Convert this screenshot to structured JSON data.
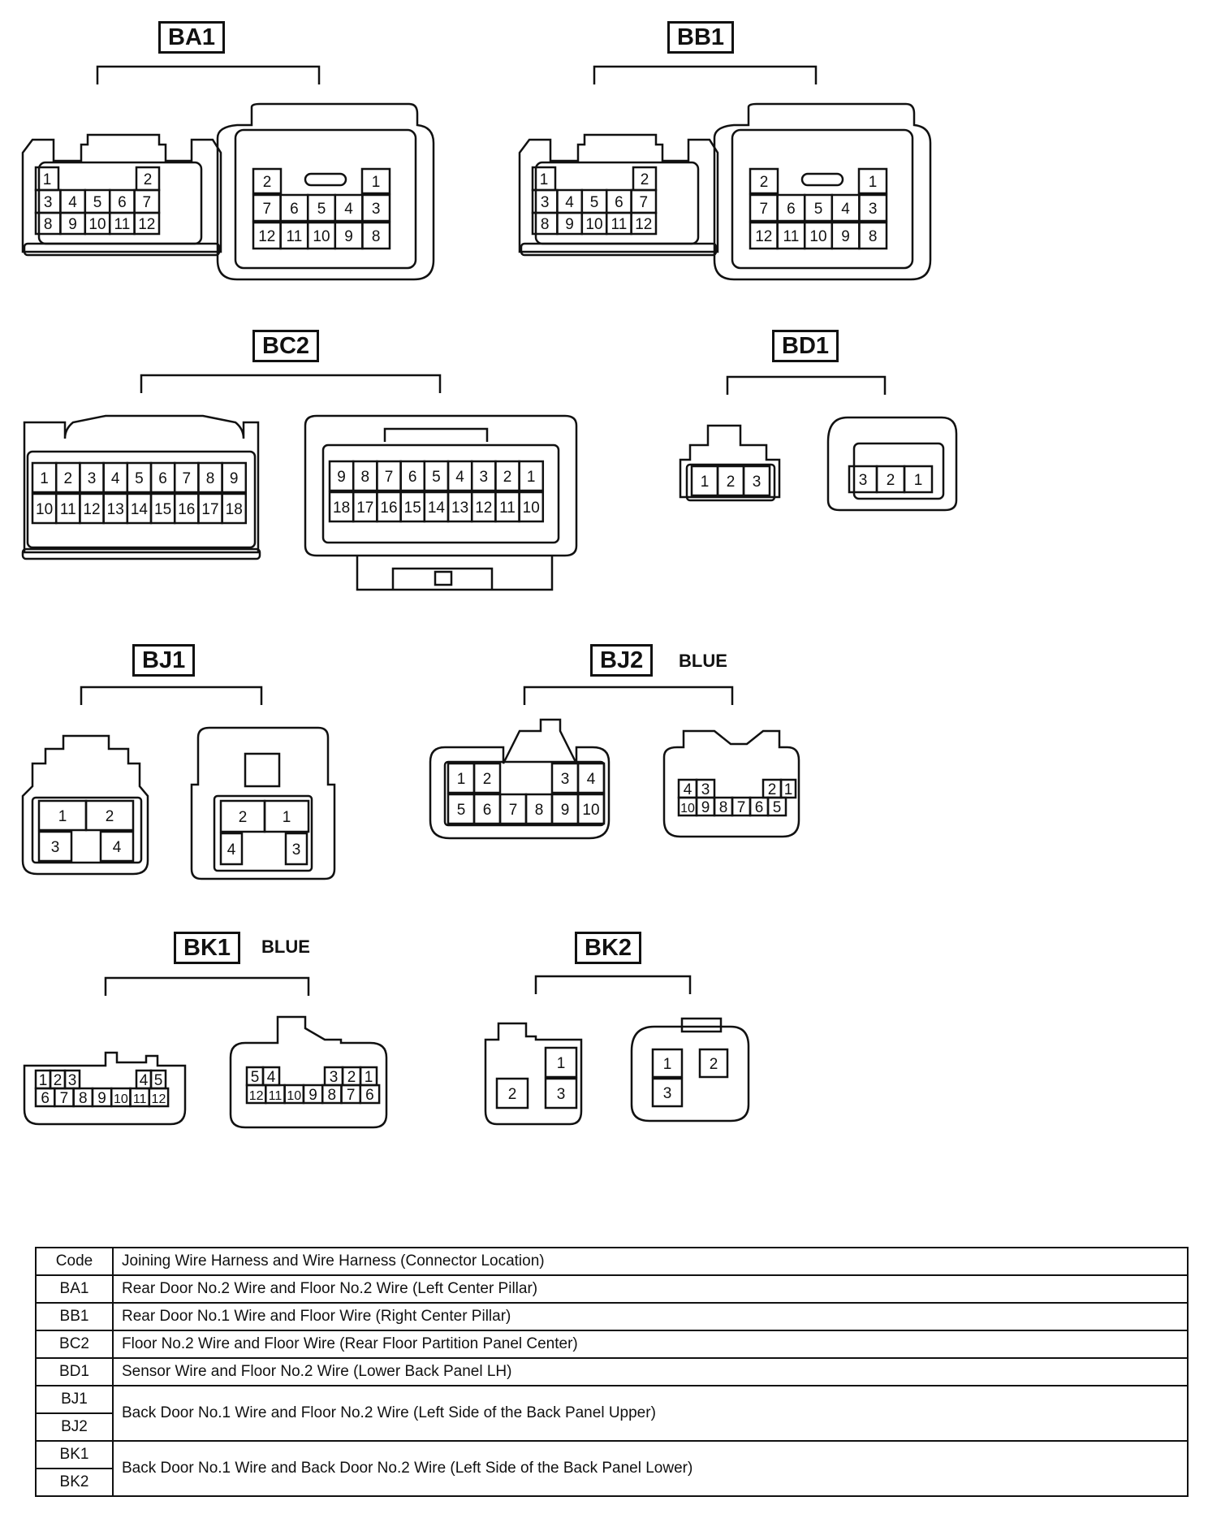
{
  "connectors": [
    {
      "code": "BA1",
      "color": "",
      "female": {
        "rows": [
          [
            "1",
            "2"
          ],
          [
            "3",
            "4",
            "5",
            "6",
            "7"
          ],
          [
            "8",
            "9",
            "10",
            "11",
            "12"
          ]
        ]
      },
      "male": {
        "rows": [
          [
            "2",
            "1"
          ],
          [
            "7",
            "6",
            "5",
            "4",
            "3"
          ],
          [
            "12",
            "11",
            "10",
            "9",
            "8"
          ]
        ]
      }
    },
    {
      "code": "BB1",
      "color": "",
      "female": {
        "rows": [
          [
            "1",
            "2"
          ],
          [
            "3",
            "4",
            "5",
            "6",
            "7"
          ],
          [
            "8",
            "9",
            "10",
            "11",
            "12"
          ]
        ]
      },
      "male": {
        "rows": [
          [
            "2",
            "1"
          ],
          [
            "7",
            "6",
            "5",
            "4",
            "3"
          ],
          [
            "12",
            "11",
            "10",
            "9",
            "8"
          ]
        ]
      }
    },
    {
      "code": "BC2",
      "color": "",
      "female": {
        "rows": [
          [
            "1",
            "2",
            "3",
            "4",
            "5",
            "6",
            "7",
            "8",
            "9"
          ],
          [
            "10",
            "11",
            "12",
            "13",
            "14",
            "15",
            "16",
            "17",
            "18"
          ]
        ]
      },
      "male": {
        "rows": [
          [
            "9",
            "8",
            "7",
            "6",
            "5",
            "4",
            "3",
            "2",
            "1"
          ],
          [
            "18",
            "17",
            "16",
            "15",
            "14",
            "13",
            "12",
            "11",
            "10"
          ]
        ]
      }
    },
    {
      "code": "BD1",
      "color": "",
      "female": {
        "rows": [
          [
            "1",
            "2",
            "3"
          ]
        ]
      },
      "male": {
        "rows": [
          [
            "3",
            "2",
            "1"
          ]
        ]
      }
    },
    {
      "code": "BJ1",
      "color": "",
      "female": {
        "rows": [
          [
            "1",
            "2"
          ],
          [
            "3",
            "4"
          ]
        ]
      },
      "male": {
        "rows": [
          [
            "2",
            "1"
          ],
          [
            "4",
            "3"
          ]
        ]
      }
    },
    {
      "code": "BJ2",
      "color": "BLUE",
      "female": {
        "rows": [
          [
            "1",
            "2",
            "3",
            "4"
          ],
          [
            "5",
            "6",
            "7",
            "8",
            "9",
            "10"
          ]
        ]
      },
      "male": {
        "rows": [
          [
            "4",
            "3",
            "2",
            "1"
          ],
          [
            "10",
            "9",
            "8",
            "7",
            "6",
            "5"
          ]
        ]
      }
    },
    {
      "code": "BK1",
      "color": "BLUE",
      "female": {
        "rows": [
          [
            "1",
            "2",
            "3",
            "4",
            "5"
          ],
          [
            "6",
            "7",
            "8",
            "9",
            "10",
            "11",
            "12"
          ]
        ]
      },
      "male": {
        "rows": [
          [
            "5",
            "4",
            "3",
            "2",
            "1"
          ],
          [
            "12",
            "11",
            "10",
            "9",
            "8",
            "7",
            "6"
          ]
        ]
      }
    },
    {
      "code": "BK2",
      "color": "",
      "female": {
        "rows": [
          [
            "1"
          ],
          [
            "2",
            "3"
          ]
        ]
      },
      "male": {
        "rows": [
          [
            "1",
            "2"
          ],
          [
            "3"
          ]
        ]
      }
    }
  ],
  "legend": {
    "header": {
      "code": "Code",
      "description": "Joining Wire Harness and Wire Harness (Connector Location)"
    },
    "rows": [
      {
        "codes": [
          "BA1"
        ],
        "description": "Rear Door No.2 Wire and Floor No.2 Wire (Left Center Pillar)"
      },
      {
        "codes": [
          "BB1"
        ],
        "description": "Rear Door No.1 Wire and Floor Wire (Right Center Pillar)"
      },
      {
        "codes": [
          "BC2"
        ],
        "description": "Floor No.2 Wire and Floor Wire (Rear Floor Partition Panel Center)"
      },
      {
        "codes": [
          "BD1"
        ],
        "description": "Sensor Wire and Floor No.2 Wire (Lower Back Panel LH)"
      },
      {
        "codes": [
          "BJ1",
          "BJ2"
        ],
        "description": "Back Door No.1 Wire and Floor No.2 Wire (Left Side of the Back Panel Upper)"
      },
      {
        "codes": [
          "BK1",
          "BK2"
        ],
        "description": "Back Door No.1 Wire and Back Door No.2 Wire (Left Side of the Back Panel Lower)"
      }
    ]
  }
}
